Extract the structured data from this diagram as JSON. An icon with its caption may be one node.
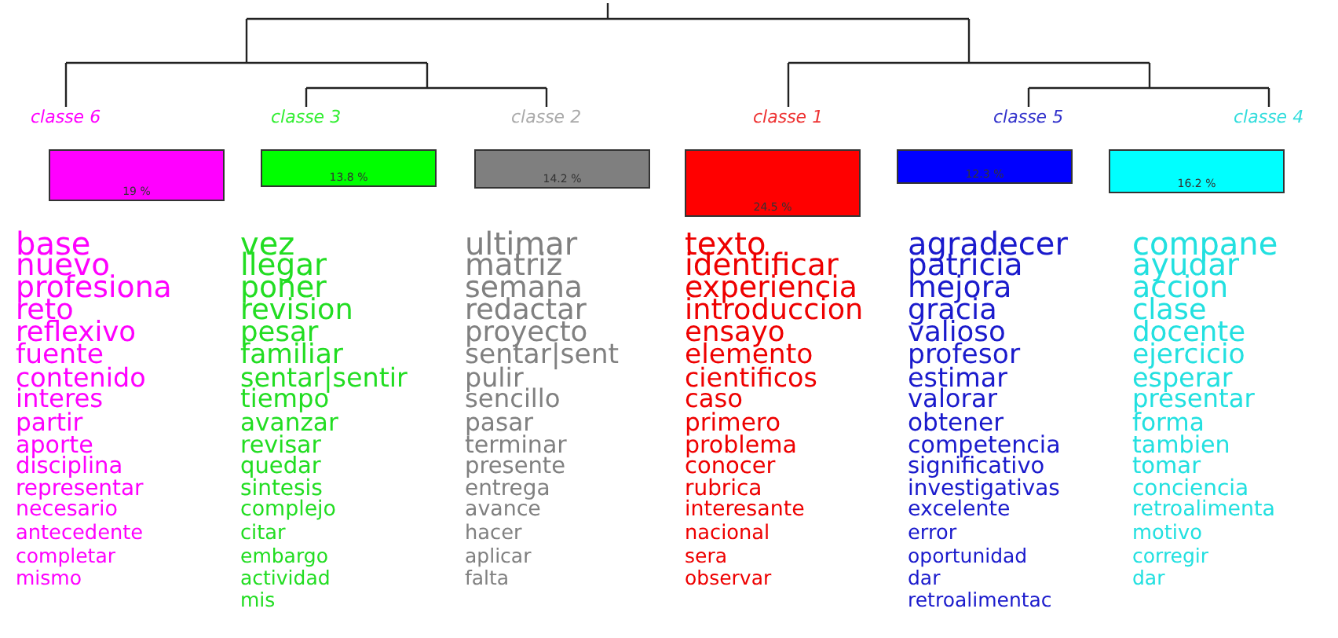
{
  "diagram": {
    "nodes": [
      {
        "text": [
          "classe 6",
          "19 %"
        ],
        "beside": [
          "base",
          "nuevo",
          "profesiona",
          "reto",
          "reflexivo",
          "fuente",
          "contenido",
          "interes",
          "partir",
          "aporte",
          "disciplina",
          "representar",
          "necesario",
          "antecedente",
          "completar",
          "mismo"
        ]
      },
      {
        "text": [
          "classe 3",
          "13.8 %"
        ],
        "beside": [
          "vez",
          "llegar",
          "poner",
          "revision",
          "pesar",
          "familiar",
          "sentar|sentir",
          "tiempo",
          "avanzar",
          "revisar",
          "quedar",
          "sintesis",
          "complejo",
          "citar",
          "embargo",
          "actividad",
          "mis"
        ]
      },
      {
        "text": [
          "classe 2",
          "14.2 %"
        ],
        "beside": [
          "ultimar",
          "matriz",
          "semana",
          "redactar",
          "proyecto",
          "sentar|sent",
          "pulir",
          "sencillo",
          "pasar",
          "terminar",
          "presente",
          "entrega",
          "avance",
          "hacer",
          "aplicar",
          "falta"
        ]
      },
      {
        "text": [
          "classe 1",
          "24.5 %"
        ],
        "beside": [
          "texto",
          "identificar",
          "experiencia",
          "introduccion",
          "ensayo",
          "elemento",
          "cientificos",
          "caso",
          "primero",
          "problema",
          "conocer",
          "rubrica",
          "interesante",
          "nacional",
          "sera",
          "observar"
        ]
      },
      {
        "text": [
          "classe 5",
          "12.3 %"
        ],
        "beside": [
          "agradecer",
          "patricia",
          "mejora",
          "gracia",
          "valioso",
          "profesor",
          "estimar",
          "valorar",
          "obtener",
          "competencia",
          "significativo",
          "investigativas",
          "excelente",
          "error",
          "oportunidad",
          "dar",
          "retroalimentac"
        ]
      },
      {
        "text": [
          "classe 4",
          "16.2 %"
        ],
        "beside": [
          "compane",
          "ayudar",
          "accion",
          "clase",
          "docente",
          "ejercicio",
          "esperar",
          "presentar",
          "forma",
          "tambien",
          "tomar",
          "conciencia",
          "retroalimenta",
          "motivo",
          "corregir",
          "dar"
        ]
      }
    ]
  }
}
